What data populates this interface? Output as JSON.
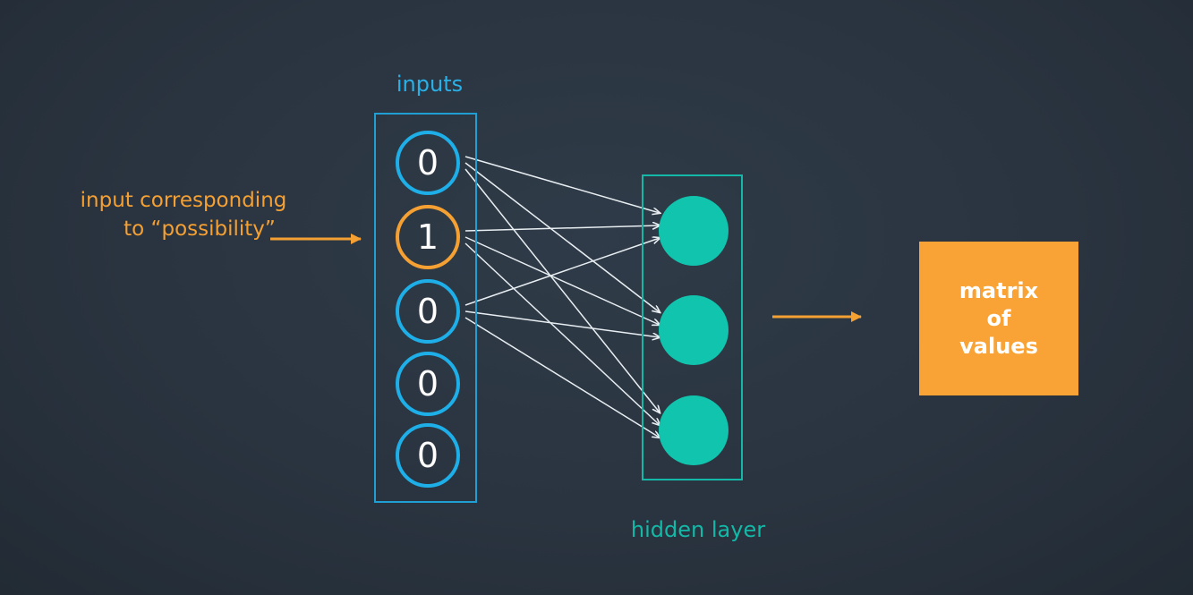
{
  "inputs_label": "inputs",
  "hidden_label": "hidden layer",
  "annotation": {
    "line1": "input corresponding",
    "line2": "to “possibility”"
  },
  "input_nodes": [
    {
      "value": "0",
      "active": false
    },
    {
      "value": "1",
      "active": true
    },
    {
      "value": "0",
      "active": false
    },
    {
      "value": "0",
      "active": false
    },
    {
      "value": "0",
      "active": false
    }
  ],
  "hidden_node_count": 3,
  "output": {
    "line1": "matrix",
    "line2": "of",
    "line3": "values"
  },
  "colors": {
    "input_border": "#1eaee8",
    "active_border": "#f5a033",
    "hidden_node": "#10c4ad",
    "arrow_orange": "#f5a033",
    "connection": "#e8eef2"
  }
}
